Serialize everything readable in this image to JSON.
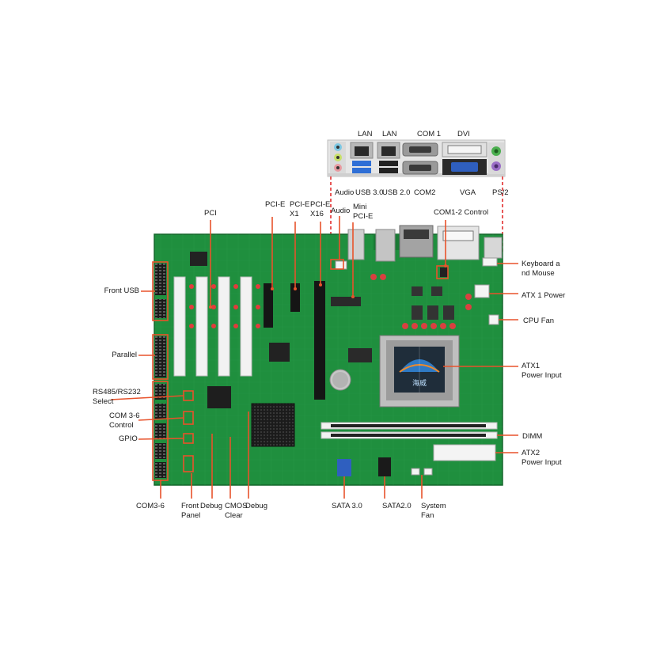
{
  "labels": {
    "lan_a": "LAN",
    "lan_b": "LAN",
    "com1": "COM 1",
    "dvi": "DVI",
    "audio_panel": "Audio",
    "usb30": "USB 3.0",
    "usb20": "USB 2.0",
    "com2": "COM2",
    "vga": "VGA",
    "ps2": "PS/2",
    "pci": "PCI",
    "pcie_a": "PCI-E",
    "pcie_x1": "PCI-E\nX1",
    "pcie_x16": "PCI-E\nX16",
    "audio_hdr": "Audio",
    "mini_pcie": "Mini\nPCI-E",
    "com12_control": "COM1-2 Control",
    "front_usb": "Front USB",
    "parallel": "Parallel",
    "rs485": "RS485/RS232\nSelect",
    "com36_control": "COM 3-6\nControl",
    "gpio": "GPIO",
    "com36": "COM3-6",
    "front_panel": "Front\nPanel",
    "debug_a": "Debug",
    "cmos": "CMOS\nClear",
    "debug_b": "Debug",
    "sata30": "SATA 3.0",
    "sata20": "SATA2.0",
    "system_fan": "System\nFan",
    "keyboard_mouse": "Keyboard a\nnd Mouse",
    "atx1_power": "ATX 1 Power",
    "cpu_fan": "CPU Fan",
    "atx1_input": "ATX1\nPower Input",
    "dimm": "DIMM",
    "atx2_input": "ATX2\nPower Input",
    "cpu_chip_text": "海威"
  },
  "colors": {
    "pcb": "#1f8f3e",
    "pcb_dark": "#176d2f",
    "pcb_light": "#3aa85a",
    "leader": "#e8522b",
    "label_text": "#1a1a1a"
  }
}
